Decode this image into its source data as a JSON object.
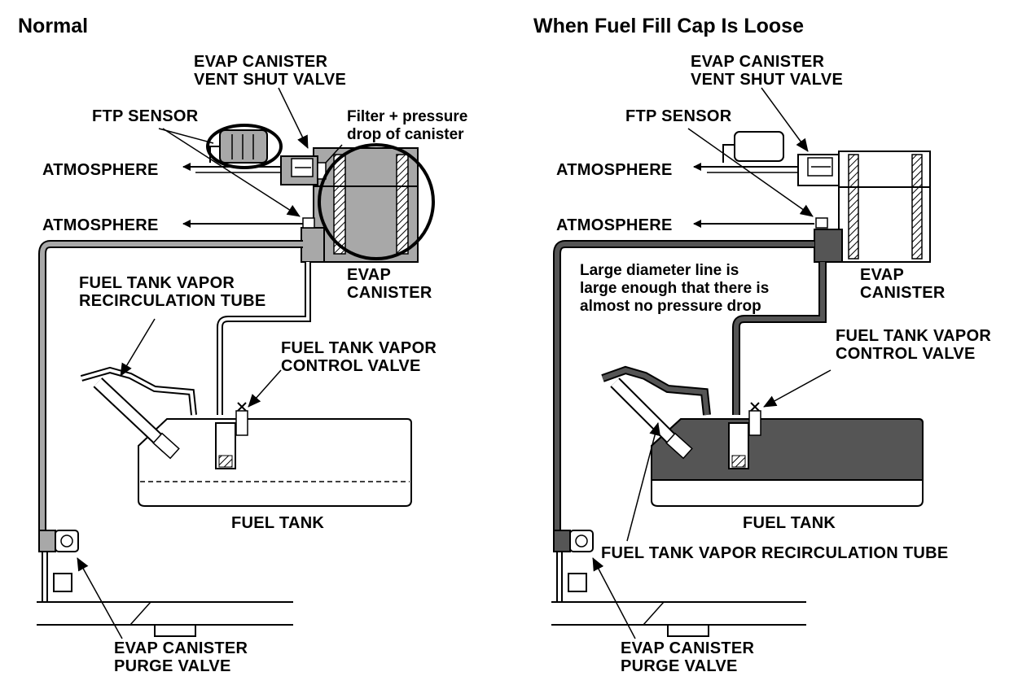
{
  "panels": {
    "normal": {
      "title": "Normal",
      "labels": {
        "vent_shut_valve": [
          "EVAP CANISTER",
          "VENT SHUT VALVE"
        ],
        "ftp_sensor": "FTP SENSOR",
        "filter_note": [
          "Filter + pressure",
          "drop of canister"
        ],
        "atmosphere_upper": "ATMOSPHERE",
        "atmosphere_lower": "ATMOSPHERE",
        "canister": [
          "EVAP",
          "CANISTER"
        ],
        "recirc_tube": [
          "FUEL TANK VAPOR",
          "RECIRCULATION TUBE"
        ],
        "control_valve": [
          "FUEL TANK VAPOR",
          "CONTROL VALVE"
        ],
        "fuel_tank": "FUEL TANK",
        "purge_valve": [
          "EVAP CANISTER",
          "PURGE VALVE"
        ]
      }
    },
    "loose": {
      "title": "When Fuel Fill Cap Is Loose",
      "labels": {
        "vent_shut_valve": [
          "EVAP CANISTER",
          "VENT SHUT VALVE"
        ],
        "ftp_sensor": "FTP SENSOR",
        "atmosphere_upper": "ATMOSPHERE",
        "atmosphere_lower": "ATMOSPHERE",
        "canister": [
          "EVAP",
          "CANISTER"
        ],
        "line_note": [
          "Large diameter line is",
          "large enough that there is",
          "almost no pressure drop"
        ],
        "control_valve": [
          "FUEL TANK VAPOR",
          "CONTROL VALVE"
        ],
        "fuel_tank": "FUEL TANK",
        "recirc_tube": "FUEL TANK VAPOR RECIRCULATION TUBE",
        "purge_valve": [
          "EVAP CANISTER",
          "PURGE VALVE"
        ]
      }
    }
  },
  "colors": {
    "normal_fill": "#a8a8a8",
    "pressurized_fill": "#555555",
    "line": "#000000"
  }
}
